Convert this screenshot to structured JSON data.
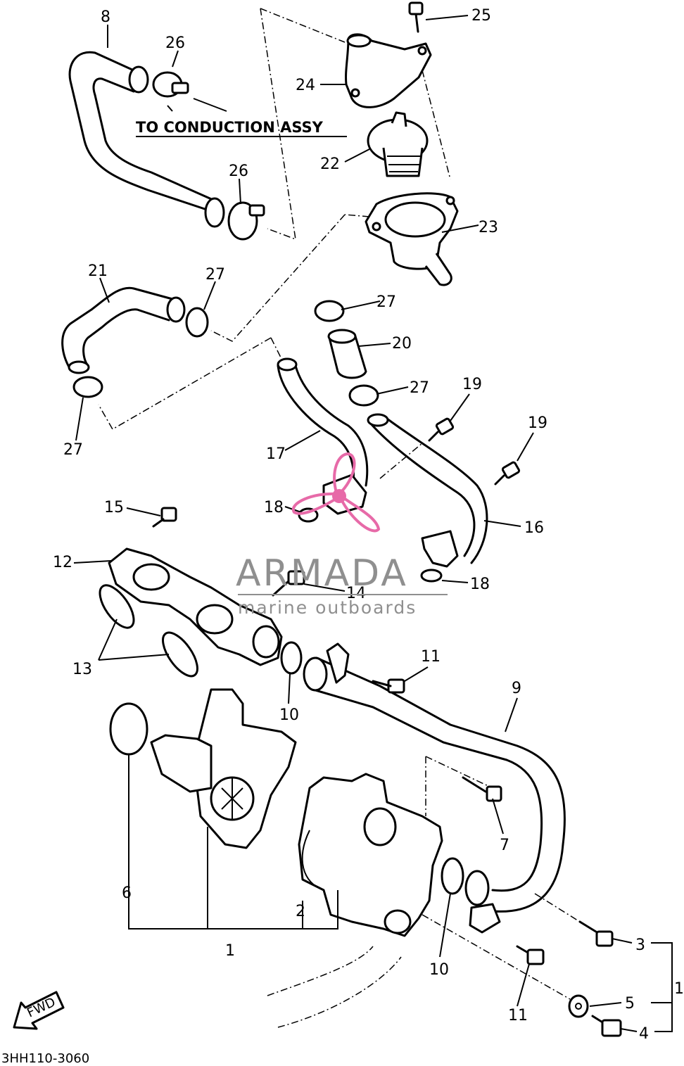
{
  "diagram": {
    "banner": "TO CONDUCTION ASSY",
    "code": "3HH110-3060",
    "direction": "FWD",
    "watermark": {
      "brand": "ARMADA",
      "tagline": "marine outboards",
      "color": "#e76aa8"
    },
    "callouts": {
      "c1a": "1",
      "c1b": "1",
      "c2": "2",
      "c3": "3",
      "c4": "4",
      "c5": "5",
      "c6": "6",
      "c7": "7",
      "c8": "8",
      "c9": "9",
      "c10a": "10",
      "c10b": "10",
      "c11a": "11",
      "c11b": "11",
      "c12": "12",
      "c13": "13",
      "c14": "14",
      "c15": "15",
      "c16": "16",
      "c17": "17",
      "c18a": "18",
      "c18b": "18",
      "c19a": "19",
      "c19b": "19",
      "c20": "20",
      "c21": "21",
      "c22": "22",
      "c23": "23",
      "c24": "24",
      "c25": "25",
      "c26a": "26",
      "c26b": "26",
      "c27a": "27",
      "c27b": "27",
      "c27c": "27",
      "c27d": "27"
    }
  }
}
